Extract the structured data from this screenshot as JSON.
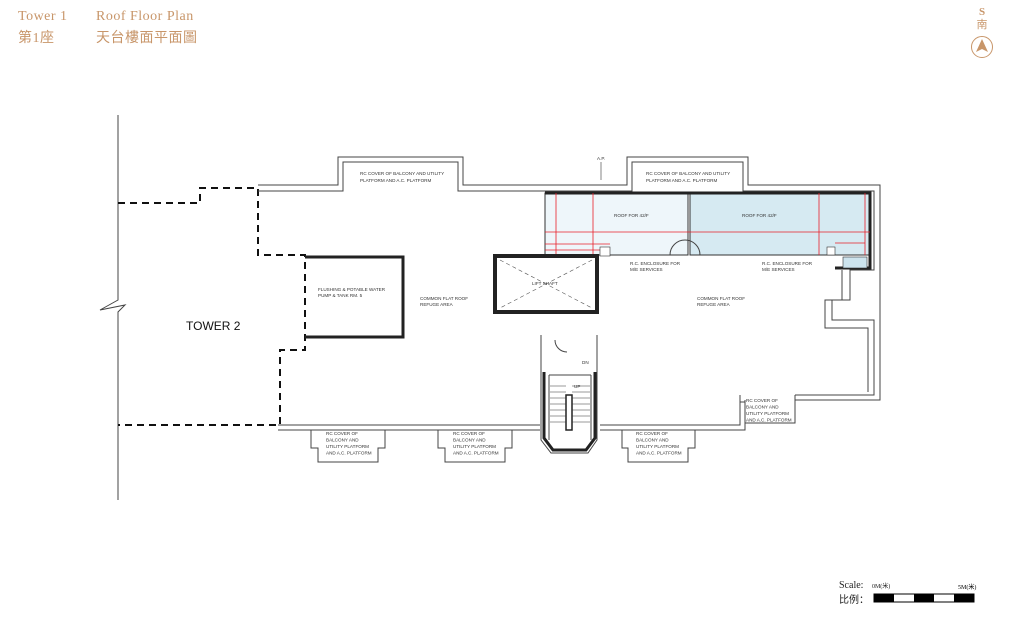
{
  "header": {
    "tower_en": "Tower 1",
    "tower_zh": "第1座",
    "plan_en": "Roof Floor Plan",
    "plan_zh": "天台樓面平面圖"
  },
  "compass": {
    "letter": "S",
    "letter_zh": "南",
    "icon": "north-arrow-icon"
  },
  "plan": {
    "tower2": "TOWER 2",
    "ap": "A.P.",
    "balcony_top_1": [
      "RC COVER OF BALCONY AND UTILITY",
      "PLATFORM AND A.C. PLATFORM"
    ],
    "balcony_top_2": [
      "RC COVER OF BALCONY AND UTILITY",
      "PLATFORM AND A.C. PLATFORM"
    ],
    "roof_1": "ROOF FOR 42/F",
    "roof_2": "ROOF FOR 42/F",
    "enclosure_1": [
      "R.C. ENCLOSURE FOR",
      "M/E SERVICES"
    ],
    "enclosure_2": [
      "R.C. ENCLOSURE FOR",
      "M/E SERVICES"
    ],
    "tank_room": [
      "FLUSHING & POTABLE WATER",
      "PUMP & TANK RM. 5"
    ],
    "refuge_1": [
      "COMMON FLAT ROOF",
      "REFUGE AREA"
    ],
    "refuge_2": [
      "COMMON FLAT ROOF",
      "REFUGE AREA"
    ],
    "lift": "LIFT SHAFT",
    "up": "UP",
    "dn": "DN",
    "balcony_bottom": [
      "RC COVER OF",
      "BALCONY AND",
      "UTILITY PLATFORM",
      "AND A.C. PLATFORM"
    ],
    "balcony_right": [
      "RC COVER OF",
      "BALCONY AND",
      "UTILITY PLATFORM",
      "AND A.C. PLATFORM"
    ]
  },
  "scale": {
    "label_en": "Scale:",
    "label_zh": "比例：",
    "start": "0M(米)",
    "end": "5M(米)"
  },
  "colors": {
    "accent": "#c8966a",
    "roof_fill": "#d6eaf2",
    "dimension": "#e8202a"
  }
}
